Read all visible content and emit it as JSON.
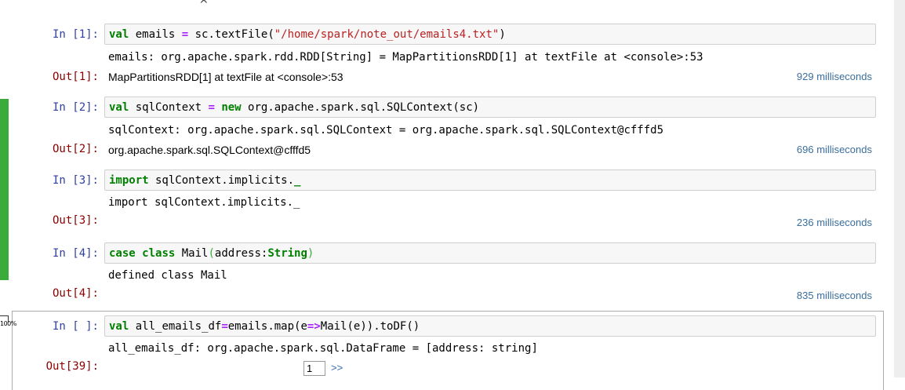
{
  "caret": "^",
  "zoom_label": "100%",
  "cells": [
    {
      "in_prompt": "In [1]:",
      "code_tokens": [
        {
          "t": "val",
          "c": "kw"
        },
        {
          "t": " emails ",
          "c": ""
        },
        {
          "t": "=",
          "c": "op"
        },
        {
          "t": " sc.textFile(",
          "c": ""
        },
        {
          "t": "\"/home/spark/note_out/emails4.txt\"",
          "c": "str"
        },
        {
          "t": ")",
          "c": ""
        }
      ],
      "stdout": "emails: org.apache.spark.rdd.RDD[String] = MapPartitionsRDD[1] at textFile at <console>:53",
      "out_prompt": "Out[1]:",
      "result": "MapPartitionsRDD[1] at textFile at <console>:53",
      "timing": "929 milliseconds"
    },
    {
      "in_prompt": "In [2]:",
      "code_tokens": [
        {
          "t": "val",
          "c": "kw"
        },
        {
          "t": " sqlContext ",
          "c": ""
        },
        {
          "t": "=",
          "c": "op"
        },
        {
          "t": " ",
          "c": ""
        },
        {
          "t": "new",
          "c": "kw"
        },
        {
          "t": " org.apache.spark.sql.SQLContext(sc)",
          "c": ""
        }
      ],
      "stdout": "sqlContext: org.apache.spark.sql.SQLContext = org.apache.spark.sql.SQLContext@cfffd5",
      "out_prompt": "Out[2]:",
      "result": "org.apache.spark.sql.SQLContext@cfffd5",
      "timing": "696 milliseconds"
    },
    {
      "in_prompt": "In [3]:",
      "code_tokens": [
        {
          "t": "import",
          "c": "kw"
        },
        {
          "t": " sqlContext.implicits.",
          "c": ""
        },
        {
          "t": "_",
          "c": "kw"
        }
      ],
      "stdout": "import sqlContext.implicits._",
      "out_prompt": "Out[3]:",
      "result": "",
      "timing": "236 milliseconds"
    },
    {
      "in_prompt": "In [4]:",
      "code_tokens": [
        {
          "t": "case",
          "c": "kw"
        },
        {
          "t": " ",
          "c": ""
        },
        {
          "t": "class",
          "c": "kw"
        },
        {
          "t": " Mail",
          "c": ""
        },
        {
          "t": "(",
          "c": "paren"
        },
        {
          "t": "address:",
          "c": ""
        },
        {
          "t": "String",
          "c": "kw"
        },
        {
          "t": ")",
          "c": "paren"
        }
      ],
      "stdout": "defined class Mail",
      "out_prompt": "Out[4]:",
      "result": "",
      "timing": "835 milliseconds"
    },
    {
      "in_prompt": "In [ ]:",
      "code_tokens": [
        {
          "t": "val",
          "c": "kw"
        },
        {
          "t": " all_emails_df",
          "c": ""
        },
        {
          "t": "=",
          "c": "op"
        },
        {
          "t": "emails.map(e",
          "c": ""
        },
        {
          "t": "=>",
          "c": "op"
        },
        {
          "t": "Mail(e)).toDF()",
          "c": ""
        }
      ],
      "stdout": "all_emails_df: org.apache.spark.sql.DataFrame = [address: string]",
      "out_prompt": "Out[39]:",
      "pager_value": "1",
      "pager_next": ">>"
    }
  ]
}
